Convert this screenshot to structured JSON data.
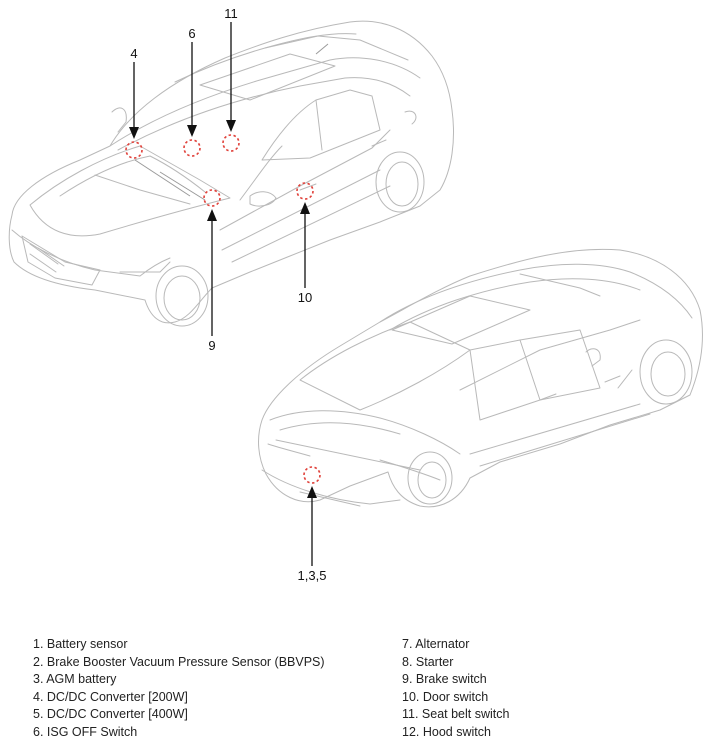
{
  "callouts": [
    {
      "label": "4"
    },
    {
      "label": "6"
    },
    {
      "label": "11"
    },
    {
      "label": "9"
    },
    {
      "label": "10"
    },
    {
      "label": "1,3,5"
    }
  ],
  "legend_left": [
    "1. Battery sensor",
    "2. Brake Booster Vacuum Pressure Sensor (BBVPS)",
    "3. AGM battery",
    "4. DC/DC Converter [200W]",
    "5. DC/DC Converter [400W]",
    "6. ISG OFF Switch"
  ],
  "legend_right": [
    "7. Alternator",
    "8. Starter",
    "9. Brake switch",
    "10. Door switch",
    "11. Seat belt switch",
    "12. Hood switch"
  ],
  "colors": {
    "marker": "#e0413a",
    "car_outline": "#b9b9b9",
    "leader": "#111111"
  }
}
